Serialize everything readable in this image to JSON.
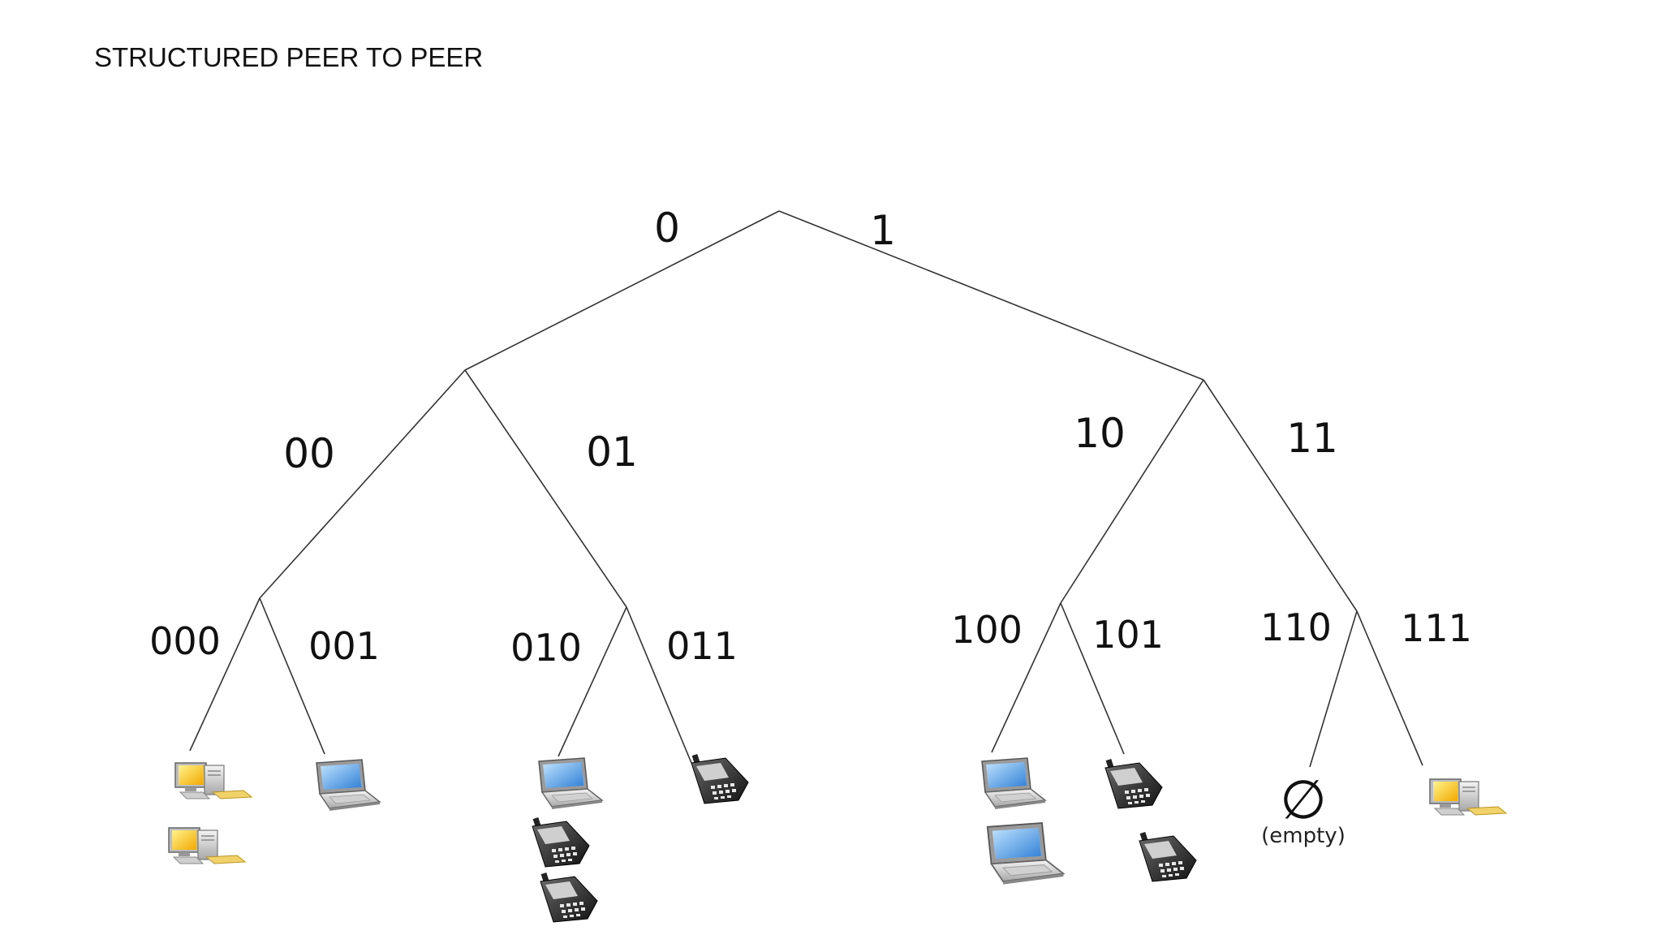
{
  "slide": {
    "title": "STRUCTURED PEER TO PEER"
  },
  "tree": {
    "labels": {
      "l0": "0",
      "l1": "1",
      "l00": "00",
      "l01": "01",
      "l10": "10",
      "l11": "11",
      "l000": "000",
      "l001": "001",
      "l010": "010",
      "l011": "011",
      "l100": "100",
      "l101": "101",
      "l110": "110",
      "l111": "111"
    },
    "empty_leaf": {
      "symbol": "∅",
      "text": "(empty)"
    },
    "leaves": [
      {
        "prefix": "000",
        "devices": [
          "desktop",
          "desktop"
        ]
      },
      {
        "prefix": "001",
        "devices": [
          "laptop"
        ]
      },
      {
        "prefix": "010",
        "devices": [
          "laptop",
          "phone",
          "phone"
        ]
      },
      {
        "prefix": "011",
        "devices": [
          "phone"
        ]
      },
      {
        "prefix": "100",
        "devices": [
          "laptop",
          "laptop"
        ]
      },
      {
        "prefix": "101",
        "devices": [
          "phone",
          "phone"
        ]
      },
      {
        "prefix": "110",
        "devices": []
      },
      {
        "prefix": "111",
        "devices": [
          "desktop"
        ]
      }
    ]
  }
}
